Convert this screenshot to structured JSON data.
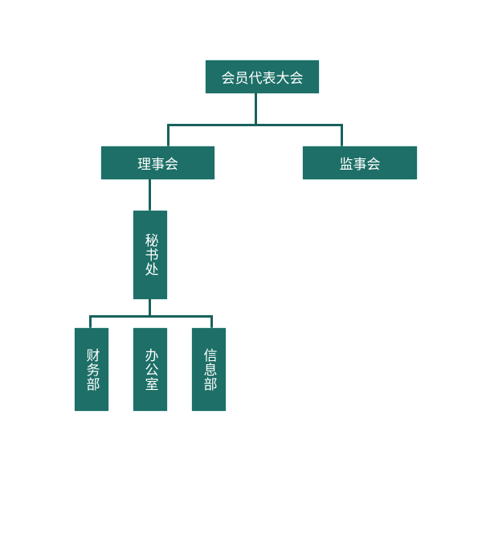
{
  "nodes": {
    "assembly": "会员代表大会",
    "council": "理事会",
    "supervisors": "监事会",
    "secretariat": "秘书处",
    "finance": "财务部",
    "office": "办公室",
    "info": "信息部"
  }
}
